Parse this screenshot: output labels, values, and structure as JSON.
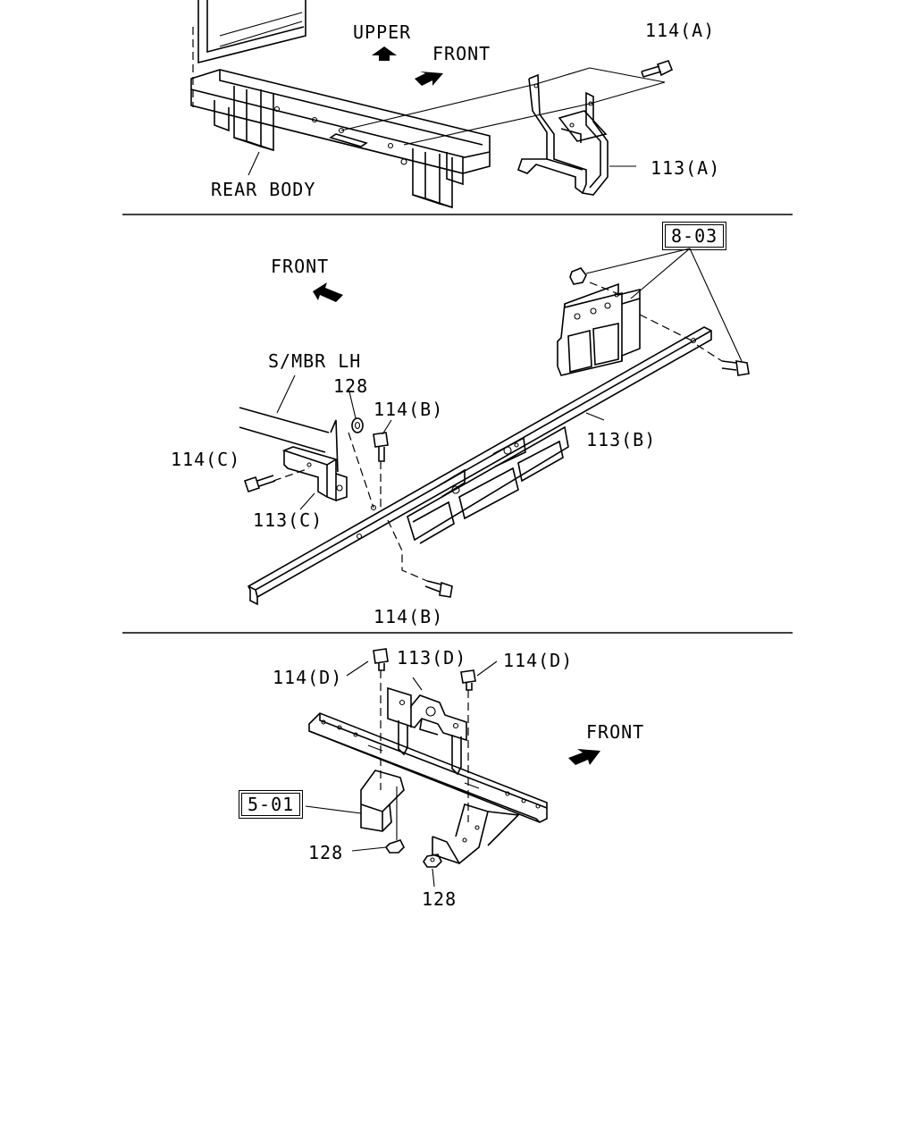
{
  "panel_top": {
    "upper": "UPPER",
    "front": "FRONT",
    "rear_body": "REAR BODY",
    "part_114a": "114(A)",
    "part_113a": "113(A)"
  },
  "panel_mid": {
    "front": "FRONT",
    "ref_8_03": "8-03",
    "smbr": "S/MBR LH",
    "part_128": "128",
    "part_114b_top": "114(B)",
    "part_114c": "114(C)",
    "part_113b": "113(B)",
    "part_113c": "113(C)",
    "part_114b_bottom": "114(B)"
  },
  "panel_bottom": {
    "part_114d_left": "114(D)",
    "part_113d": "113(D)",
    "part_114d_right": "114(D)",
    "front": "FRONT",
    "ref_5_01": "5-01",
    "part_128_left": "128",
    "part_128_bottom": "128"
  }
}
